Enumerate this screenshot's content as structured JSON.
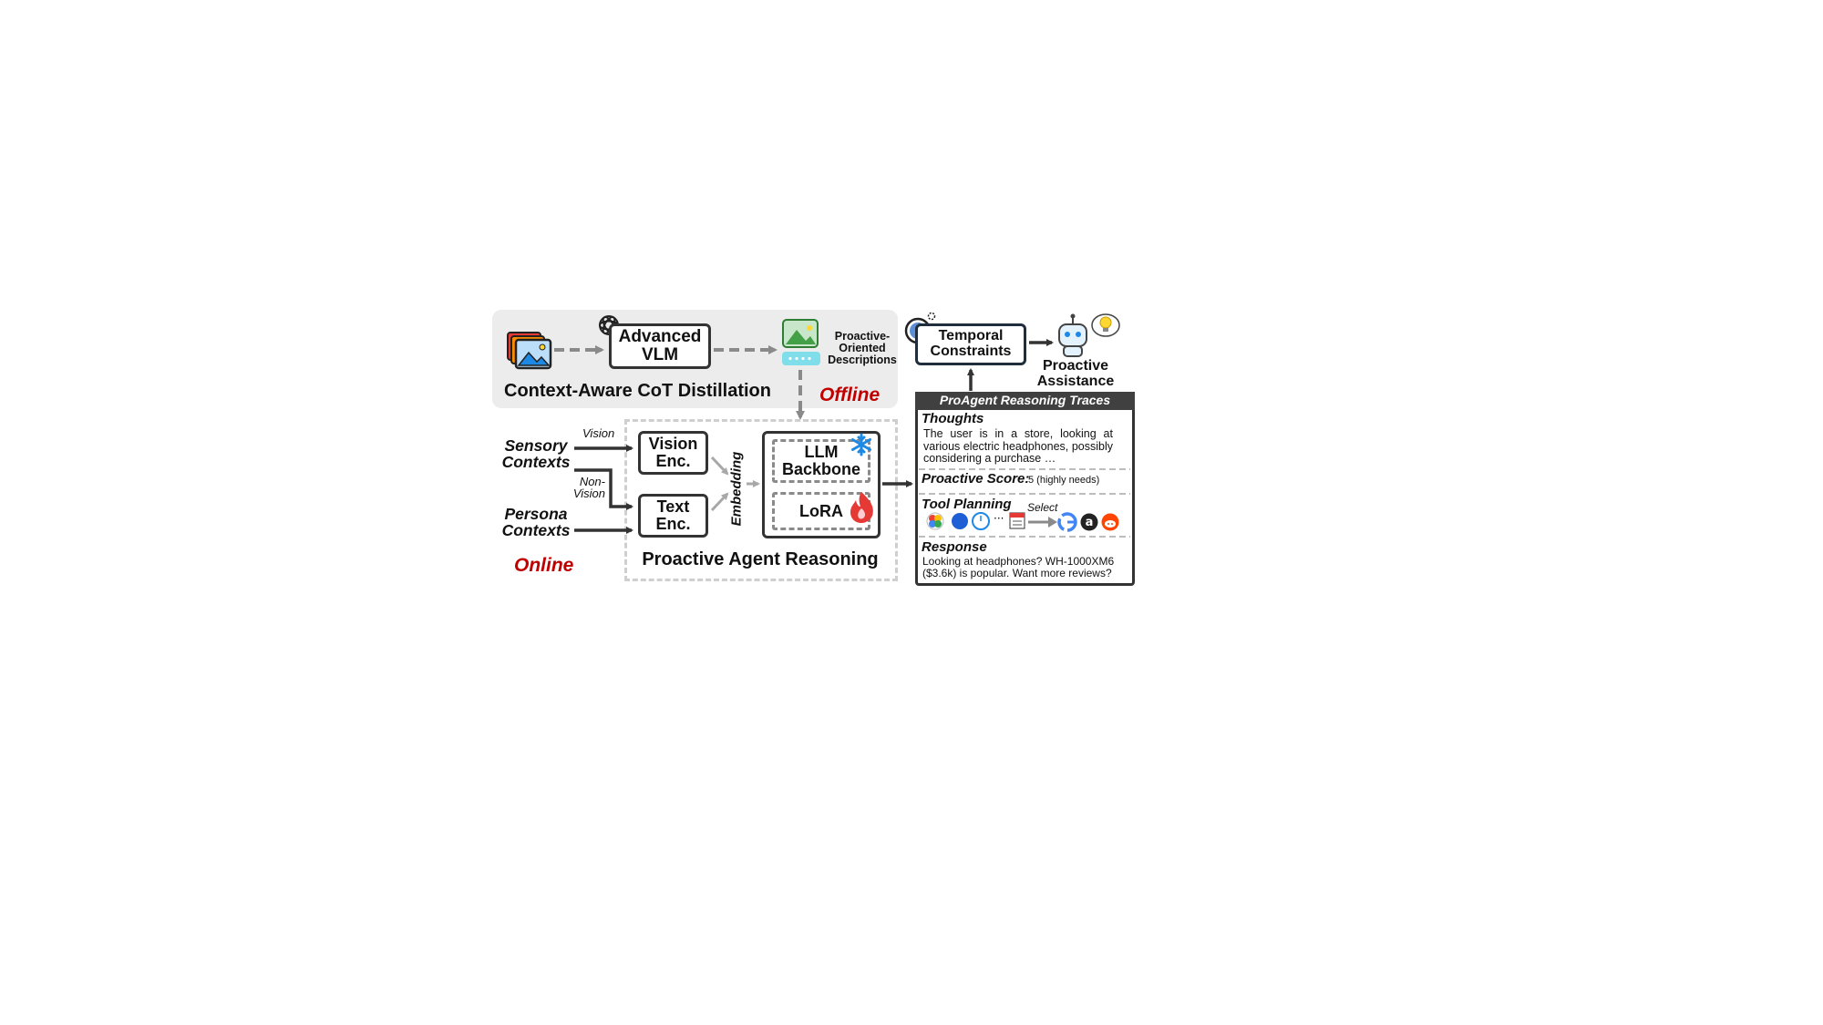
{
  "offline": {
    "vlm_label": "Advanced\nVLM",
    "descriptions_label": "Proactive-\nOriented\nDescriptions",
    "title": "Context-Aware CoT Distillation",
    "tag": "Offline"
  },
  "online": {
    "sensory_label": "Sensory\nContexts",
    "persona_label": "Persona\nContexts",
    "vision_arrow_label": "Vision",
    "nonvision_arrow_label": "Non-\nVision",
    "vision_enc_label": "Vision\nEnc.",
    "text_enc_label": "Text\nEnc.",
    "embedding_label": "Embedding",
    "llm_label": "LLM\nBackbone",
    "lora_label": "LoRA",
    "reasoning_title": "Proactive Agent Reasoning",
    "tag": "Online"
  },
  "output": {
    "temporal_label": "Temporal\nConstraints",
    "assistance_label": "Proactive\nAssistance"
  },
  "traces": {
    "header": "ProAgent Reasoning Traces",
    "thoughts_title": "Thoughts",
    "thoughts_text": "The user is in a store, looking at various electric headphones, possibly considering a purchase …",
    "score_title": "Proactive Score:",
    "score_value": "5 (highly needs)",
    "tool_title": "Tool Planning",
    "select_label": "Select",
    "response_title": "Response",
    "response_text": "Looking at headphones? WH-1000XM6 ($3.6k) is popular. Want more reviews?"
  },
  "colors": {
    "offline_bg": "#ececec",
    "red_tag": "#c00000",
    "box_border": "#333333",
    "dashed_gray": "#8a8a8a",
    "trace_header_bg": "#404040",
    "snowflake": "#1e88e5",
    "flame": "#e53935"
  },
  "icons": [
    "image-stack-icon",
    "openai-logo-icon",
    "image-icon",
    "text-dots-icon",
    "snowflake-icon",
    "flame-icon",
    "clock-icon",
    "robot-icon",
    "lightbulb-icon",
    "google-icon",
    "amazon-icon",
    "reddit-icon"
  ]
}
